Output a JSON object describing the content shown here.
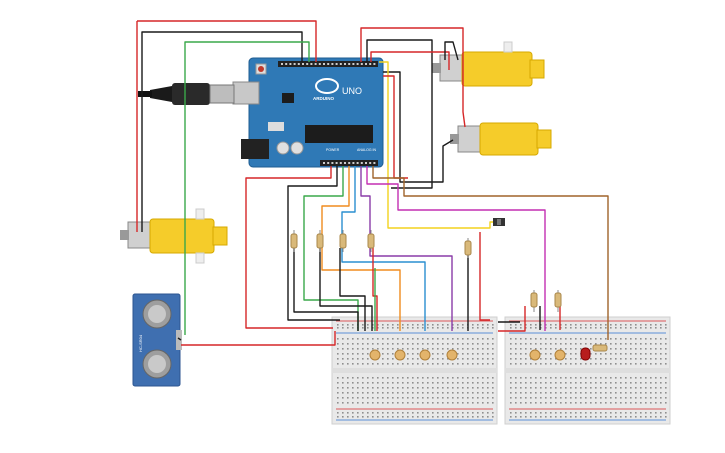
{
  "canvas": {
    "background": "#ffffff"
  },
  "arduino": {
    "logo_text": "ARDUINO",
    "model_text": "UNO",
    "power_label": "POWER",
    "analog_label": "ANALOG IN",
    "board_color": "#2f79b6"
  },
  "sensor": {
    "name_text": "HC-SR04",
    "pcb_color": "#3f6fb0"
  },
  "components": {
    "motors": 3,
    "breadboards": 2,
    "photoresistors": 6,
    "resistors": 7,
    "leds": 1,
    "switches": 1
  },
  "colors": {
    "motor_yellow": "#f5cc2a",
    "breadboard": "#e9e9e9",
    "wire_red": "#d62728",
    "wire_black": "#1a1a1a",
    "wire_green": "#3aa84a",
    "wire_orange": "#f08c1e",
    "wire_blue": "#2a8fd0",
    "wire_purple": "#8a3ca8",
    "wire_brown": "#a0632a",
    "wire_yellow": "#f3d21e",
    "wire_magenta": "#c32fb2",
    "led_red": "#b71c1c"
  }
}
